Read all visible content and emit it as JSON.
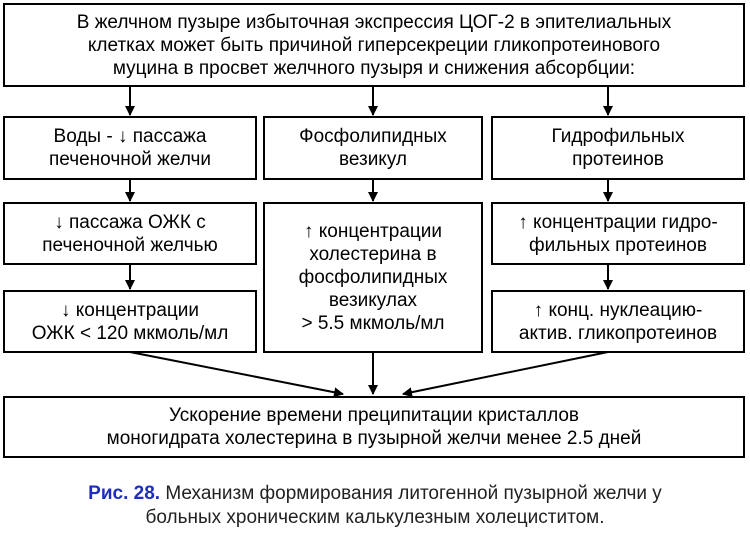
{
  "top": {
    "lines": [
      "В желчном пузыре избыточная экспрессия ЦОГ-2 в эпителиальных",
      "клетках может быть причиной гиперсекреции гликопротеинового",
      "муцина в просвет желчного пузыря и снижения абсорбции:"
    ]
  },
  "col1": {
    "b1": [
      "Воды - ↓ пассажа",
      "печеночной желчи"
    ],
    "b2": [
      "↓ пассажа ОЖК с",
      "печеночной желчью"
    ],
    "b3": [
      "↓ концентрации",
      "ОЖК < 120 мкмоль/мл"
    ]
  },
  "col2": {
    "b1": [
      "Фосфолипидных",
      "везикул"
    ],
    "b2": [
      "↑ концентрации",
      "холестерина в",
      "фосфолипидных",
      "везикулах",
      "> 5.5 мкмоль/мл"
    ]
  },
  "col3": {
    "b1": [
      "Гидрофильных",
      "протеинов"
    ],
    "b2": [
      "↑ концентрации гидро-",
      "фильных протеинов"
    ],
    "b3": [
      "↑ конц. нуклеацию-",
      "актив. гликопротеинов"
    ]
  },
  "bottom": {
    "lines": [
      "Ускорение времени преципитации кристаллов",
      "моногидрата холестерина в пузырной желчи менее 2.5 дней"
    ]
  },
  "caption": {
    "fig_label": "Рис. 28.",
    "line1_rest": " Механизм формирования литогенной пузырной желчи у",
    "line2": "больных хроническим калькулезным холециститом."
  },
  "colors": {
    "caption_label": "#1f2dbf",
    "border": "#000000"
  }
}
